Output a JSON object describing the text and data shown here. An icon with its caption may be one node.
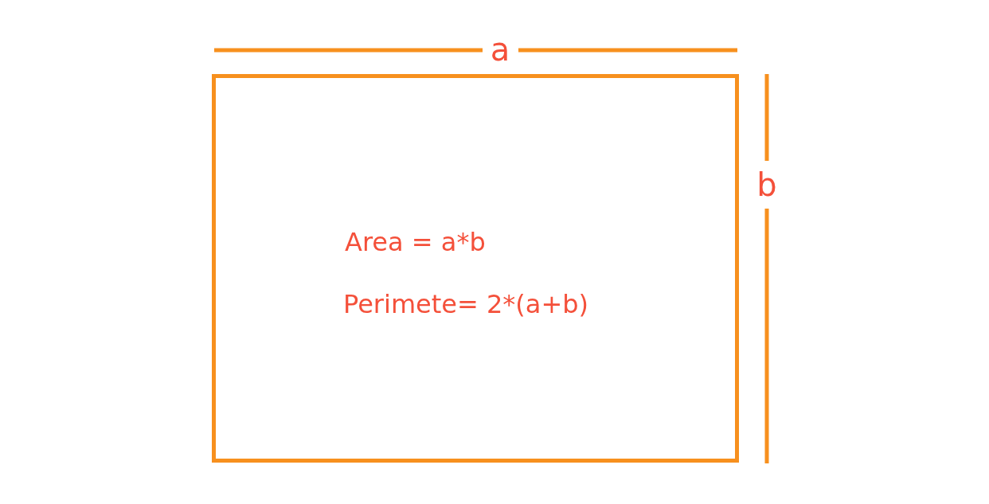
{
  "diagram": {
    "nodes": [
      {
        "text": [
          "Area = a*b",
          "Perimete= 2*(a+b)"
        ]
      }
    ],
    "labels": [
      "a",
      "b"
    ]
  }
}
